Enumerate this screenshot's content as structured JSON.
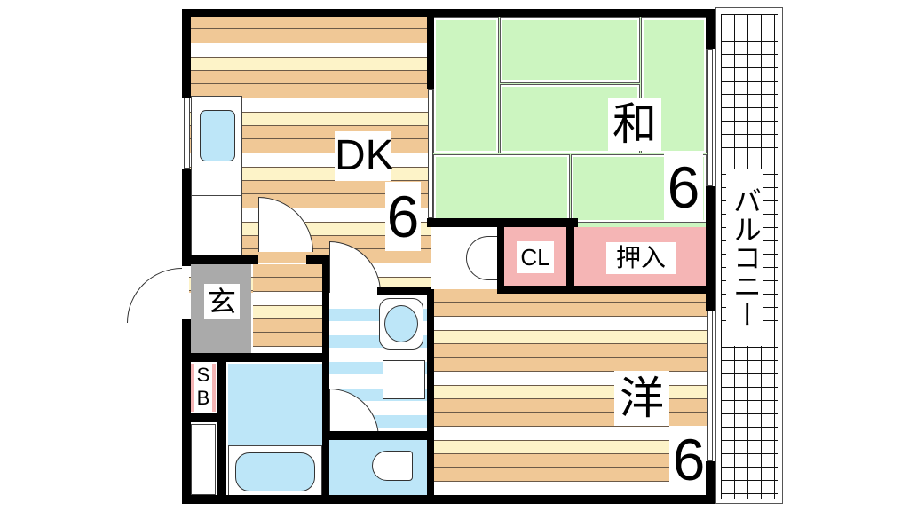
{
  "floorplan": {
    "rooms": {
      "dk": {
        "name": "DK",
        "size": "6"
      },
      "washitsu": {
        "name": "和",
        "size": "6"
      },
      "yoshitsu": {
        "name": "洋",
        "size": "6"
      },
      "closet": {
        "name": "CL"
      },
      "oshiire": {
        "name": "押入"
      },
      "genkan": {
        "name": "玄"
      },
      "shoebox": {
        "name": "SB"
      },
      "balcony": {
        "name": "バルコニー"
      }
    },
    "colors": {
      "wall": "#000000",
      "wood_floor": "#f0c896",
      "tatami": "#ccf5c0",
      "storage": "#f5b5b5",
      "wet_area": "#bde6f8",
      "entrance": "#aaaaaa"
    }
  }
}
